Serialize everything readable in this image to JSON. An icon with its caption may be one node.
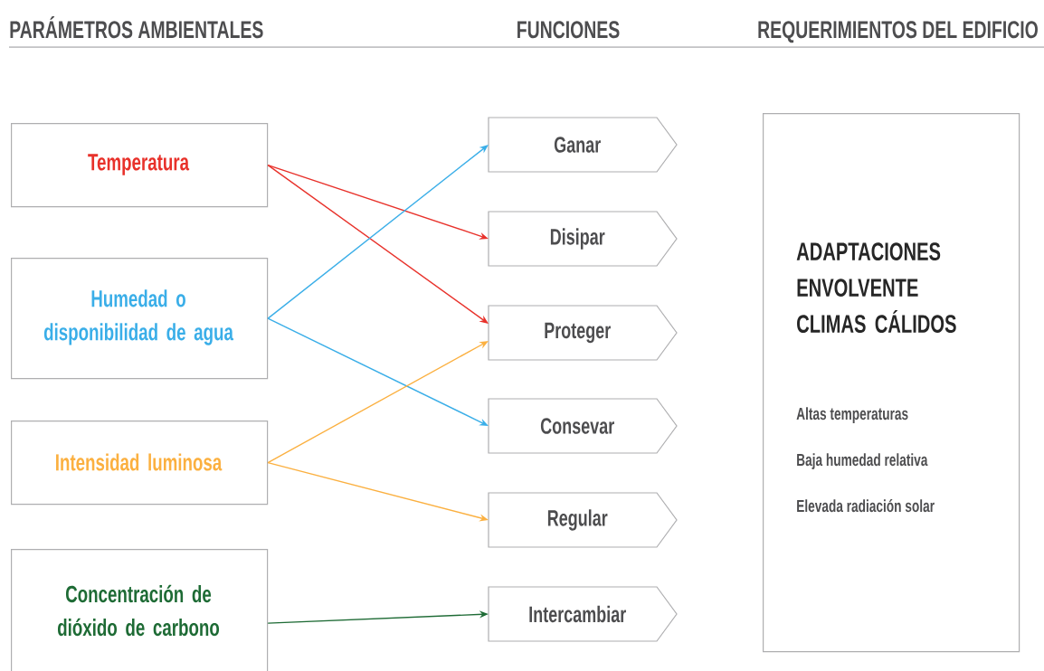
{
  "diagram": {
    "nodes": [
      {
        "text": [
          "Temperatura"
        ]
      },
      {
        "text": [
          "Humedad o disponibilidad de agua"
        ]
      },
      {
        "text": [
          "Intensidad luminosa"
        ]
      },
      {
        "text": [
          "Concentración de dióxido de carbono"
        ]
      },
      {
        "text": [
          "Ganar"
        ]
      },
      {
        "text": [
          "Disipar"
        ]
      },
      {
        "text": [
          "Proteger"
        ]
      },
      {
        "text": [
          "Consevar"
        ]
      },
      {
        "text": [
          "Regular"
        ]
      },
      {
        "text": [
          "Intercambiar"
        ]
      },
      {
        "text": [
          "ADAPTACIONES ENVOLVENTE CLIMAS CÁLIDOS",
          "Altas temperaturas",
          "Baja humedad relativa",
          "Elevada radiación solar"
        ]
      }
    ],
    "edges": [
      {
        "from": 0,
        "to": 5,
        "arrow": "to",
        "color": "#e8312a"
      },
      {
        "from": 0,
        "to": 6,
        "arrow": "to",
        "color": "#e8312a"
      },
      {
        "from": 1,
        "to": 4,
        "arrow": "to",
        "color": "#3aaee8"
      },
      {
        "from": 1,
        "to": 7,
        "arrow": "to",
        "color": "#3aaee8"
      },
      {
        "from": 2,
        "to": 6,
        "arrow": "to",
        "color": "#fbb040"
      },
      {
        "from": 2,
        "to": 8,
        "arrow": "to",
        "color": "#fbb040"
      },
      {
        "from": 3,
        "to": 9,
        "arrow": "to",
        "color": "#1e6b35"
      }
    ],
    "labels": [
      "PARÁMETROS AMBIENTALES",
      "FUNCIONES",
      "REQUERIMIENTOS DEL EDIFICIO"
    ]
  }
}
